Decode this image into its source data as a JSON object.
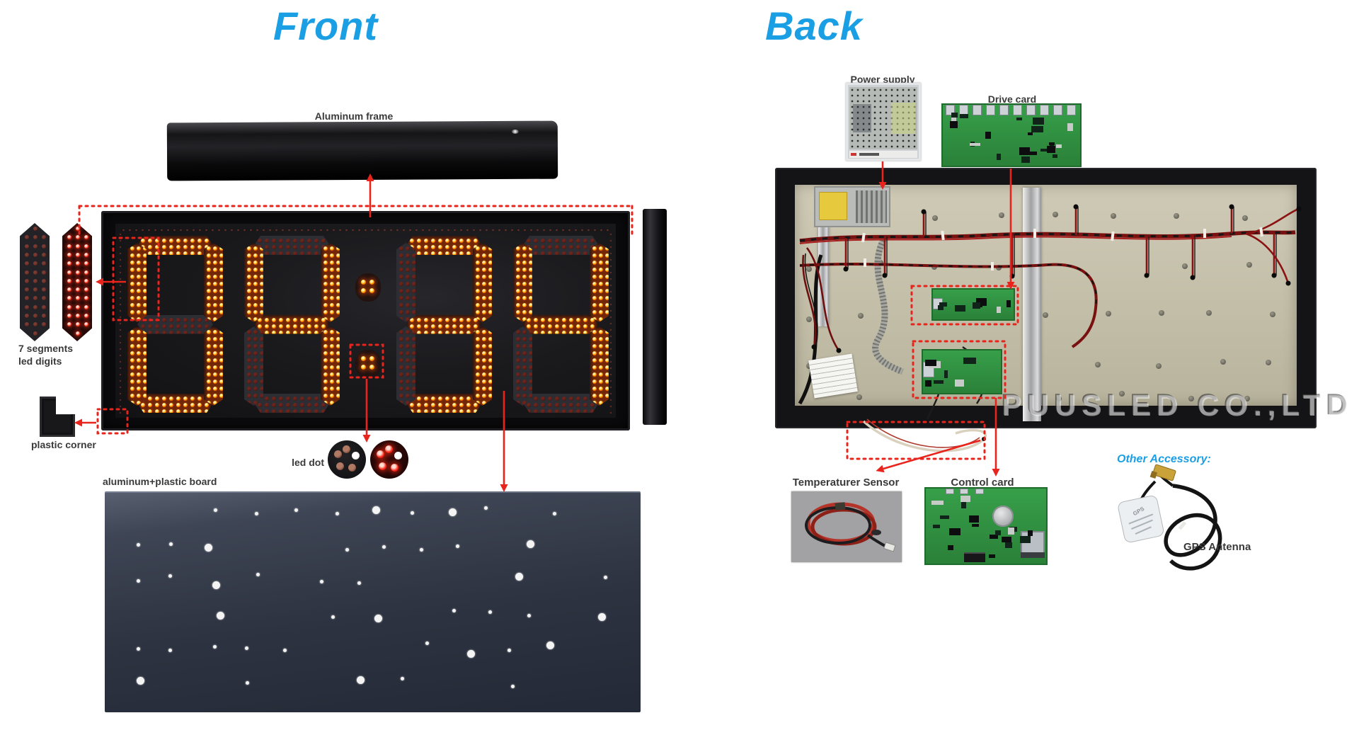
{
  "front": {
    "title": "Front",
    "labels": {
      "frame": "Aluminum frame",
      "seg1": "7 segments",
      "seg2": "led digits",
      "corner": "plastic corner",
      "led_dot": "led dot",
      "board": "aluminum+plastic board"
    },
    "display": {
      "value": "04:34",
      "digits": "0434",
      "colon_lit": true
    }
  },
  "back": {
    "title": "Back",
    "labels": {
      "power": "Power supply",
      "drive": "Drive card",
      "sensor": "Temperaturer Sensor",
      "control": "Control card",
      "accessory": "Other Accessory:",
      "gps": "GPS Antenna"
    },
    "watermark": "PUUSLED CO.,LTD"
  },
  "colors": {
    "accent_blue": "#1B9FE4",
    "annotation_red": "#E8241C",
    "led_lit": "#FF4D00",
    "panel_beige": "#C9C4AE",
    "pcb_green": "#2E8F3C"
  }
}
